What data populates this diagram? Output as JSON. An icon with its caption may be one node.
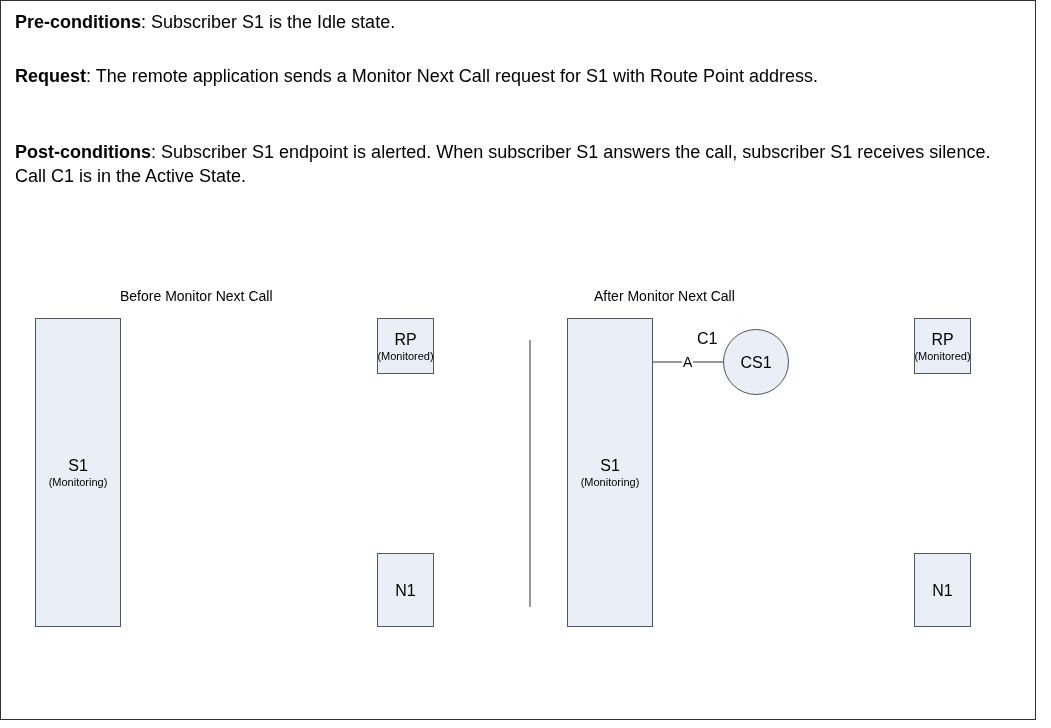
{
  "diagram": {
    "nodes": [
      {
        "text": [
          "S1",
          "(Monitoring)"
        ]
      },
      {
        "text": [
          "RP",
          "(Monitored)"
        ]
      },
      {
        "text": [
          "N1"
        ]
      },
      {
        "text": [
          "S1",
          "(Monitoring)"
        ]
      },
      {
        "text": [
          "CS1"
        ]
      },
      {
        "text": [
          "RP",
          "(Monitored)"
        ]
      },
      {
        "text": [
          "N1"
        ]
      }
    ],
    "edges": [
      {
        "from": 3,
        "to": 4,
        "arrow": "none",
        "label": "A"
      }
    ],
    "labels": [
      "**Pre-conditions**:  Subscriber S1 is the Idle state.",
      "**Request**:  The remote application sends a Monitor Next Call request for S1 with Route Point address.",
      "**Post-conditions**:  Subscriber S1 endpoint is alerted.  When subscriber S1 answers the call, subscriber S1 receives silence.  Call C1 is in the Active State.",
      "Before Monitor Next Call",
      "After Monitor Next Call",
      "C1"
    ]
  }
}
